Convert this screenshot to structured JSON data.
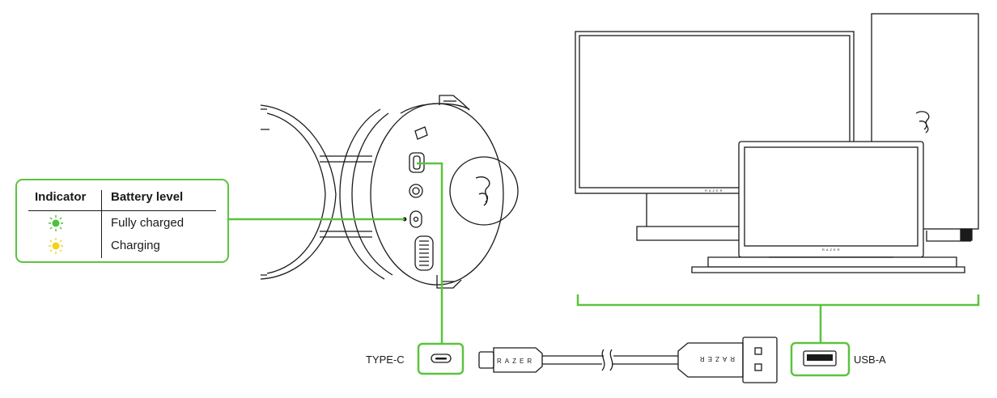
{
  "legend": {
    "header_indicator": "Indicator",
    "header_battery": "Battery level",
    "rows": [
      {
        "label": "Fully charged",
        "color": "#4cc23a",
        "icon": "led-green-icon"
      },
      {
        "label": "Charging",
        "color": "#f2d21c",
        "icon": "led-yellow-icon"
      }
    ]
  },
  "ports": {
    "type_c": "TYPE-C",
    "usb_a": "USB-A"
  },
  "brand": {
    "cable_text": "RAZER",
    "monitor_text": "RAZER",
    "laptop_text": "RAZER"
  },
  "colors": {
    "accent": "#5cc33f",
    "line": "#1a1a1a"
  }
}
